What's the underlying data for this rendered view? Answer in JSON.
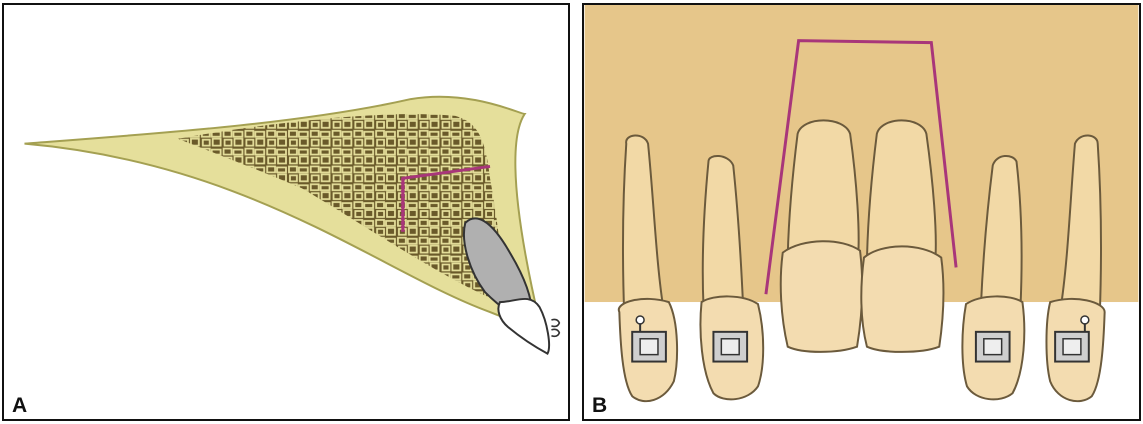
{
  "panels": [
    {
      "label": "A"
    },
    {
      "label": "B"
    }
  ],
  "colors": {
    "bone_fill": "#e5df9b",
    "bone_outline": "#a4a052",
    "trabecular_dark": "#6a5a2a",
    "osteotomy_line": "#a8367a",
    "gingiva_background": "#e6c68a",
    "tooth_fill": "#f2d9a6",
    "tooth_outline": "#6b5a3c",
    "crown_fill": "#f3dcb0",
    "bracket_fill": "#cfcfcf",
    "bracket_outline": "#333333",
    "root_fill": "#b0b0b0"
  },
  "icons": [
    "trabecular-bone-pattern",
    "osteotomy-line",
    "orthodontic-bracket-icon"
  ]
}
